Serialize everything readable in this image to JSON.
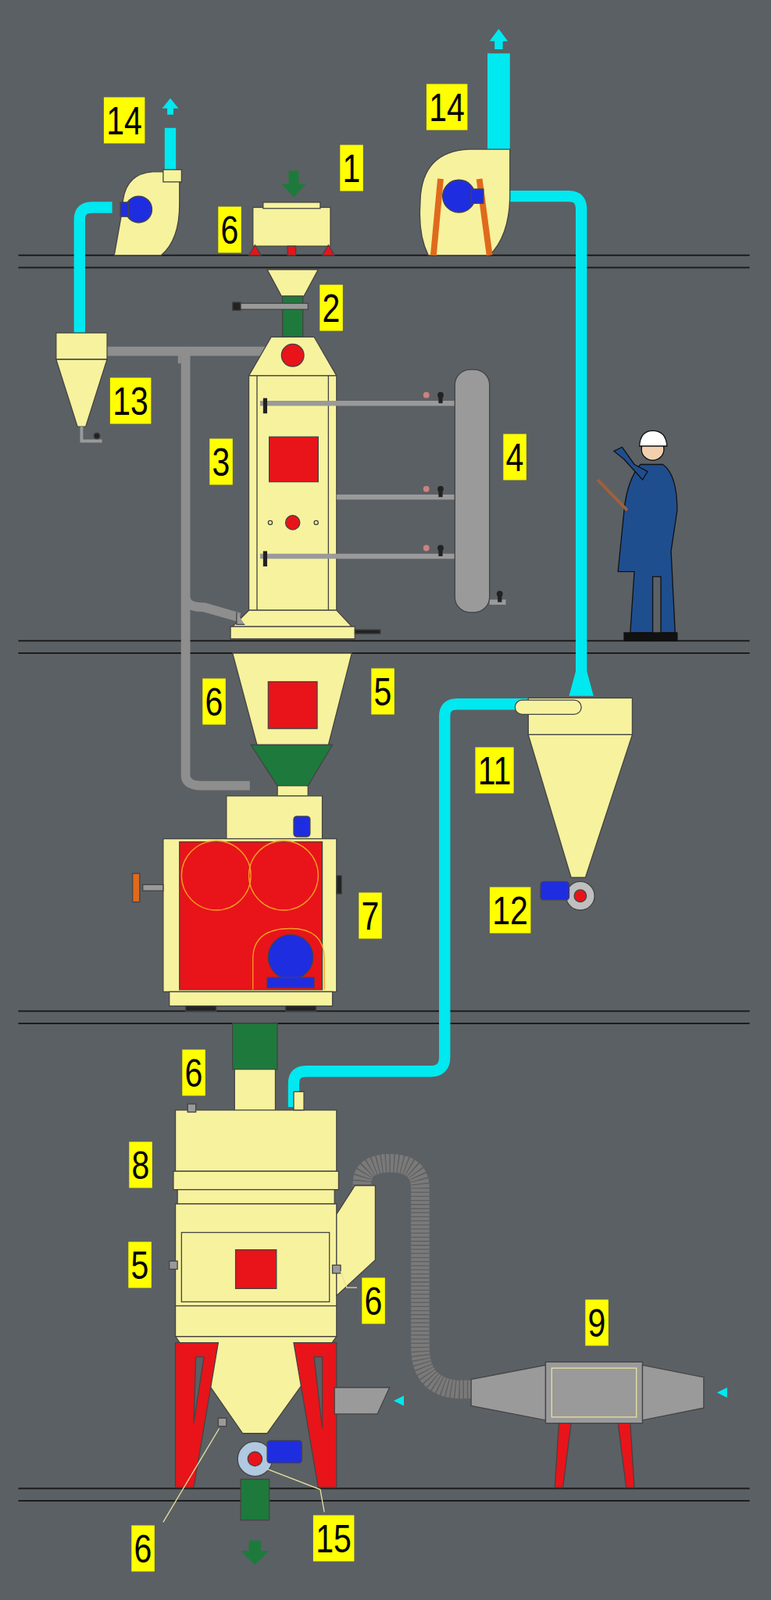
{
  "diagram": {
    "labels": [
      "14",
      "14",
      "1",
      "6",
      "2",
      "13",
      "3",
      "4",
      "6",
      "5",
      "11",
      "7",
      "12",
      "6",
      "8",
      "5",
      "6",
      "9",
      "6",
      "15"
    ]
  }
}
